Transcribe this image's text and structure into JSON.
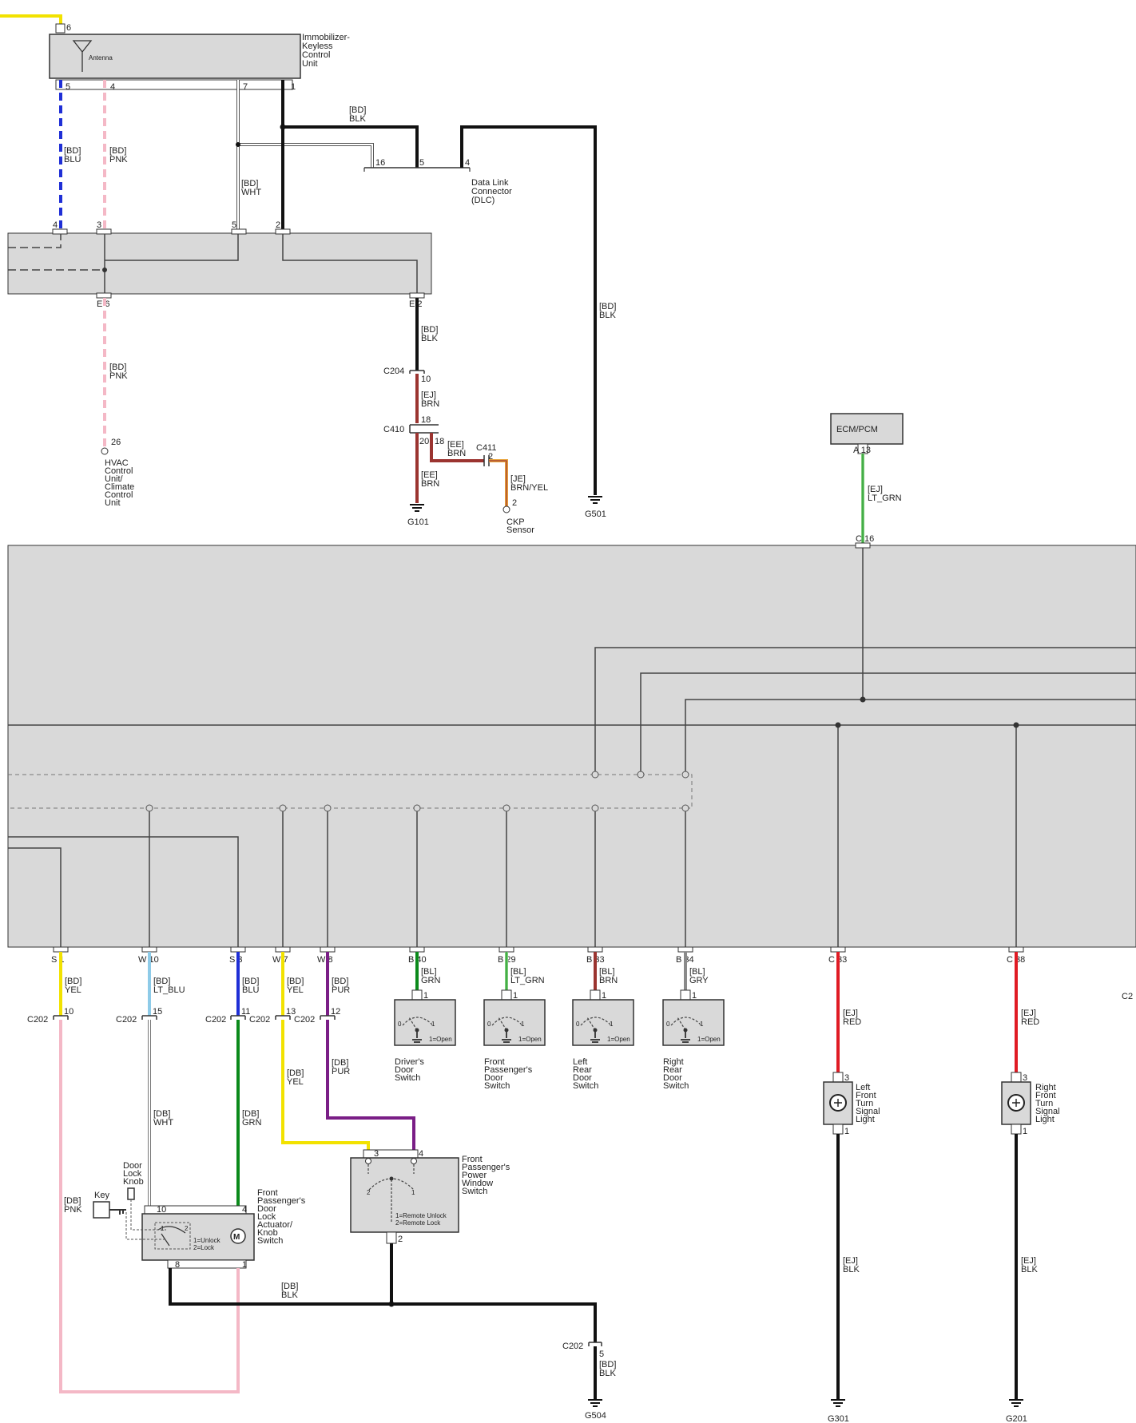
{
  "labels": {
    "immobilizer": [
      "Immobilizer-",
      "Keyless",
      "Control",
      "Unit"
    ],
    "antenna": "Antenna",
    "dlc": [
      "Data Link",
      "Connector",
      "(DLC)"
    ],
    "hvac": [
      "HVAC",
      "Control",
      "Unit/",
      "Climate",
      "Control",
      "Unit"
    ],
    "ecm": "ECM/PCM",
    "ckp": [
      "CKP",
      "Sensor"
    ],
    "key": "Key",
    "door_lock_knob": [
      "Door",
      "Lock",
      "Knob"
    ],
    "actuator": [
      "Front",
      "Passenger's",
      "Door",
      "Lock",
      "Actuator/",
      "Knob",
      "Switch"
    ],
    "window_switch": [
      "Front",
      "Passenger's",
      "Power",
      "Window",
      "Switch"
    ],
    "drivers_door": [
      "Driver's",
      "Door",
      "Switch"
    ],
    "front_pass_door": [
      "Front",
      "Passenger's",
      "Door",
      "Switch"
    ],
    "left_rear_door": [
      "Left",
      "Rear",
      "Door",
      "Switch"
    ],
    "right_rear_door": [
      "Right",
      "Rear",
      "Door",
      "Switch"
    ],
    "left_turn": [
      "Left",
      "Front",
      "Turn",
      "Signal",
      "Light"
    ],
    "right_turn": [
      "Right",
      "Front",
      "Turn",
      "Signal",
      "Light"
    ],
    "unlock_lock": [
      "1=Unlock",
      "2=Lock"
    ],
    "remote": [
      "1=Remote Unlock",
      "2=Remote Lock"
    ],
    "open": "1=Open",
    "grounds": [
      "G101",
      "G501",
      "G504",
      "G301",
      "G201"
    ],
    "connectors": {
      "c204": "C204",
      "c410": "C410",
      "c411": "C411",
      "c202": "C202",
      "c2_edge": "C2"
    }
  },
  "wires": {
    "imm_blu": [
      "[BD]",
      "BLU"
    ],
    "imm_pnk": [
      "[BD]",
      "PNK"
    ],
    "imm_wht": [
      "[BD]",
      "WHT"
    ],
    "imm_blk": [
      "[BD]",
      "BLK"
    ],
    "dlc_blk": [
      "[BD]",
      "BLK"
    ],
    "hvac_pnk": [
      "[BD]",
      "PNK"
    ],
    "e2_blk": [
      "[BD]",
      "BLK"
    ],
    "ej_brn": [
      "[EJ]",
      "BRN"
    ],
    "ee_brn_down": [
      "[EE]",
      "BRN"
    ],
    "ee_brn_right": [
      "[EE]",
      "BRN"
    ],
    "je_brn_yel": [
      "[JE]",
      "BRN/YEL"
    ],
    "ecm_lt_grn": [
      "[EJ]",
      "LT_GRN"
    ],
    "s1_yel": [
      "[BD]",
      "YEL"
    ],
    "w10_lt_blu": [
      "[BD]",
      "LT_BLU"
    ],
    "s3_blu": [
      "[BD]",
      "BLU"
    ],
    "w7_yel": [
      "[BD]",
      "YEL"
    ],
    "w8_pur": [
      "[BD]",
      "PUR"
    ],
    "b40_grn": [
      "[BL]",
      "GRN"
    ],
    "b29_lt_grn": [
      "[BL]",
      "LT_GRN"
    ],
    "b33_brn": [
      "[BL]",
      "BRN"
    ],
    "b34_gry": [
      "[BL]",
      "GRY"
    ],
    "c33_red": [
      "[EJ]",
      "RED"
    ],
    "c38_red": [
      "[EJ]",
      "RED"
    ],
    "db_pnk": [
      "[DB]",
      "PNK"
    ],
    "db_wht": [
      "[DB]",
      "WHT"
    ],
    "db_grn": [
      "[DB]",
      "GRN"
    ],
    "db_yel": [
      "[DB]",
      "YEL"
    ],
    "db_pur": [
      "[DB]",
      "PUR"
    ],
    "db_blk": [
      "[DB]",
      "BLK"
    ],
    "bd_blk_g504": [
      "[BD]",
      "BLK"
    ],
    "ej_blk_left": [
      "[EJ]",
      "BLK"
    ],
    "ej_blk_right": [
      "[EJ]",
      "BLK"
    ]
  },
  "pins": {
    "imm": [
      "6",
      "5",
      "4",
      "7",
      "1"
    ],
    "dlc": [
      "16",
      "5",
      "4"
    ],
    "hub_top": [
      "4",
      "3",
      "5",
      "2"
    ],
    "hub_bottom": [
      "E",
      "6",
      "E",
      "2"
    ],
    "hvac": "26",
    "c204": "10",
    "c410_top": "18",
    "c410_bot": [
      "20",
      "18"
    ],
    "c411": "2",
    "ckp": "2",
    "ecm": [
      "A",
      "13"
    ],
    "ecm_in": [
      "C",
      "16"
    ],
    "bottom": [
      [
        "S",
        "1"
      ],
      [
        "W",
        "10"
      ],
      [
        "S",
        "3"
      ],
      [
        "W",
        "7"
      ],
      [
        "W",
        "8"
      ],
      [
        "B",
        "40"
      ],
      [
        "B",
        "29"
      ],
      [
        "B",
        "33"
      ],
      [
        "B",
        "34"
      ],
      [
        "C",
        "33"
      ],
      [
        "C",
        "38"
      ]
    ],
    "c202": [
      "10",
      "15",
      "11",
      "13",
      "12",
      "5"
    ],
    "switch_pin": "1",
    "sw_contacts": [
      "0",
      "1"
    ],
    "actuator": [
      "10",
      "4",
      "8",
      "1"
    ],
    "act_contacts": [
      "1",
      "2"
    ],
    "window": [
      "3",
      "4",
      "2"
    ],
    "win_contacts": [
      "2",
      "1"
    ],
    "lamp": [
      "3",
      "1"
    ]
  },
  "colors": {
    "yellow": "#f2e200",
    "blue": "#1f2fd6",
    "pink": "#f4b8c6",
    "lt_blue": "#8ecbe8",
    "green": "#0b8a1b",
    "lt_green": "#7fcf7a",
    "purple": "#7a1e86",
    "brown": "#9b3430",
    "red": "#e01b24",
    "gray": "#8a8a8a",
    "black": "#111111",
    "orange": "#e8a33a",
    "white_wire": "#ffffff",
    "panel": "#d9d9d9"
  }
}
